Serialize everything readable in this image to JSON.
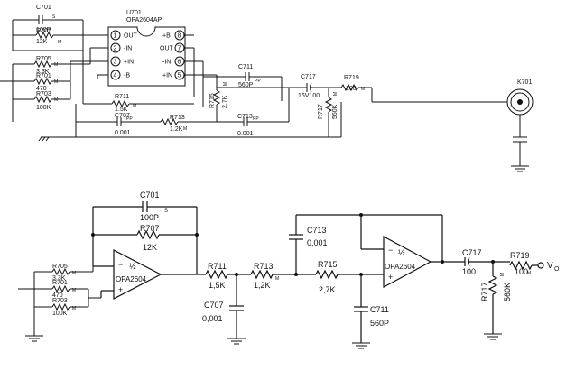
{
  "top": {
    "C701": "C701",
    "C701_val": "100P",
    "C701_sup": "S",
    "R707": "R707",
    "R707_val": "12K",
    "R707_sup": "M",
    "R705": "R705",
    "R705_val": "3.3K",
    "R705_sup": "M",
    "R701": "R701",
    "R701_val": "470",
    "R701_sup": "M",
    "R703": "R703",
    "R703_val": "100K",
    "R703_sup": "M",
    "U701": "U701",
    "U701_part": "OPA2604AP",
    "pins": [
      {
        "num": "1",
        "name": "OUT"
      },
      {
        "num": "2",
        "name": "-IN"
      },
      {
        "num": "3",
        "name": "+IN"
      },
      {
        "num": "4",
        "name": "-B"
      },
      {
        "num": "8",
        "name": "+B"
      },
      {
        "num": "7",
        "name": "OUT"
      },
      {
        "num": "6",
        "name": "-IN"
      },
      {
        "num": "5",
        "name": "+IN"
      }
    ],
    "R711": "R711",
    "R711_val": "1.5K",
    "R711_sup": "M",
    "C707": "C707",
    "C707_val": "0.001",
    "C707_sup": "PP",
    "R713": "R713",
    "R713_val": "1.2K",
    "R713_sup": "M",
    "R715": "R715",
    "R715_val": "2.7K",
    "R715_sup": "M",
    "C711": "C711",
    "C711_val": "560P",
    "C711_sup": "PP",
    "C713": "C713",
    "C713_val": "0.001",
    "C713_sup": "PP",
    "C717": "C717",
    "C717_val": "16V100",
    "R717": "R717",
    "R717_val": "560K",
    "R717_sup": "M",
    "R719": "R719",
    "R719_val": "100",
    "R719_sup": "M",
    "K701": "K701"
  },
  "bottom": {
    "C701": "C701",
    "C701_val": "100P",
    "C701_sup": "S",
    "R707": "R707",
    "R707_val": "12K",
    "R705": "R705",
    "R705_val": "3.3K",
    "R705_sup": "M",
    "R701": "R701",
    "R701_val": "470",
    "R701_sup": "M",
    "R703": "R703",
    "R703_val": "100K",
    "R703_sup": "M",
    "opamp1": "OPA2604",
    "opamp1_half": "½",
    "opamp1_minus": "−",
    "opamp1_plus": "+",
    "R711": "R711",
    "R711_val": "1,5K",
    "C707": "C707",
    "C707_val": "0,001",
    "R713": "R713",
    "R713_val": "1,2K",
    "R713_sup": "M",
    "C713": "C713",
    "C713_val": "0,001",
    "R715": "R715",
    "R715_val": "2,7K",
    "C711": "C711",
    "C711_val": "560P",
    "opamp2": "OPA2604",
    "opamp2_half": "½",
    "opamp2_minus": "−",
    "opamp2_plus": "+",
    "C717": "C717",
    "C717_val": "100",
    "R717": "R717",
    "R717_val": "560K",
    "R717_sup": "M",
    "R719": "R719",
    "R719_val": "100",
    "R719_sup": "M",
    "VO": "V",
    "VO_sub": "O"
  }
}
